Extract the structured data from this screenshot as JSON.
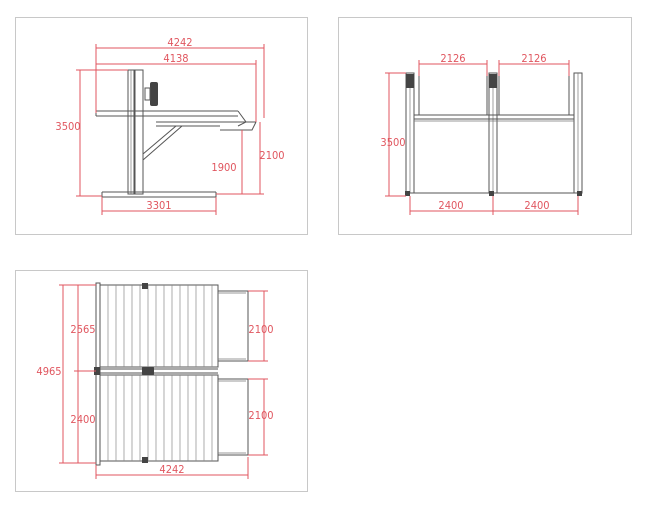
{
  "colors": {
    "dimension": "#e0565f",
    "structure": "#555555",
    "panel_border": "#c8c8c8",
    "background": "#ffffff"
  },
  "side_view": {
    "overall_length": "4242",
    "platform_length": "4138",
    "overall_height": "3500",
    "platform_height": "1900",
    "ramp_height": "2100",
    "base_length": "3301"
  },
  "front_view": {
    "bay_width_left": "2126",
    "bay_width_right": "2126",
    "overall_height": "3500",
    "column_spacing_left": "2400",
    "column_spacing_right": "2400"
  },
  "top_view": {
    "overall_depth": "4965",
    "upper_bay_depth": "2565",
    "lower_bay_depth": "2400",
    "upper_ramp_width": "2100",
    "lower_ramp_width": "2100",
    "overall_length": "4242"
  }
}
